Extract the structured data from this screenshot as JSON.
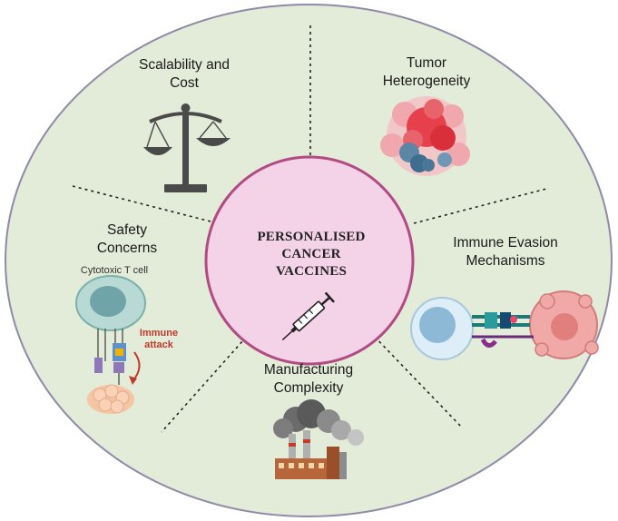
{
  "center": {
    "line1": "PERSONALISED",
    "line2": "CANCER",
    "line3": "VACCINES"
  },
  "segments": {
    "scalability": {
      "line1": "Scalability and",
      "line2": "Cost"
    },
    "tumor": {
      "line1": "Tumor",
      "line2": "Heterogeneity"
    },
    "immune_evasion": {
      "line1": "Immune Evasion",
      "line2": "Mechanisms"
    },
    "manufacturing": {
      "line1": "Manufacturing",
      "line2": "Complexity"
    },
    "safety": {
      "line1": "Safety",
      "line2": "Concerns",
      "cell_label": "Cytotoxic T cell",
      "attack_line1": "Immune",
      "attack_line2": "attack"
    }
  },
  "colors": {
    "outer_fill": "#e3ebd9",
    "outer_stroke": "#8e8aa8",
    "center_fill": "#f4d3e8",
    "center_stroke": "#b24a84",
    "attack_red": "#c0392b"
  },
  "icons": [
    "balance-scale-icon",
    "tumor-cluster-icon",
    "syringe-icon",
    "immune-synapse-icon",
    "factory-icon",
    "t-cell-attack-icon"
  ]
}
